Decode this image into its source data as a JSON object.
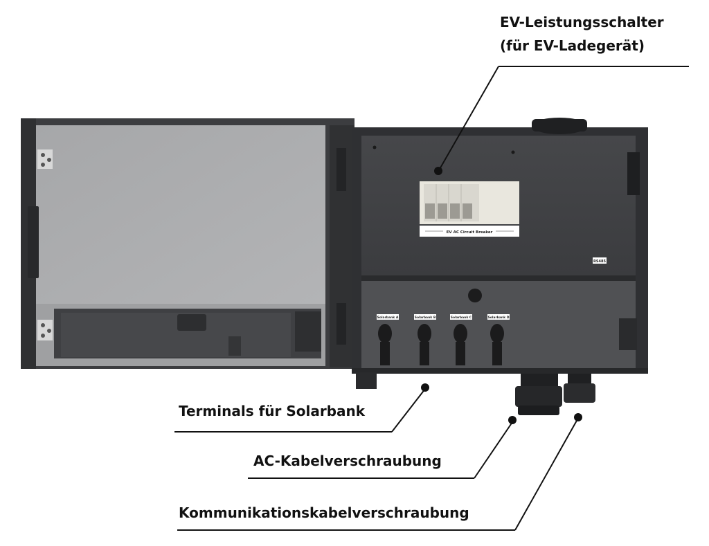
{
  "callouts": {
    "ev_breaker_line1": "EV-Leistungsschalter",
    "ev_breaker_line2": "(für EV-Ladegerät)",
    "terminals": "Terminals für Solarbank",
    "ac_gland": "AC-Kabelverschraubung",
    "comm_gland": "Kommunikationskabelverschraubung"
  },
  "device": {
    "breaker_label": "EV AC Circuit Breaker",
    "rs485_label": "RS485",
    "terminal_labels": [
      "Solarbank A",
      "Solarbank B",
      "Solarbank C",
      "Solarbank D"
    ]
  },
  "colors": {
    "enclosure": "#3a3b3d",
    "door_inner": "#a9aaac",
    "breaker_body": "#e9e7de",
    "text": "#111111"
  }
}
